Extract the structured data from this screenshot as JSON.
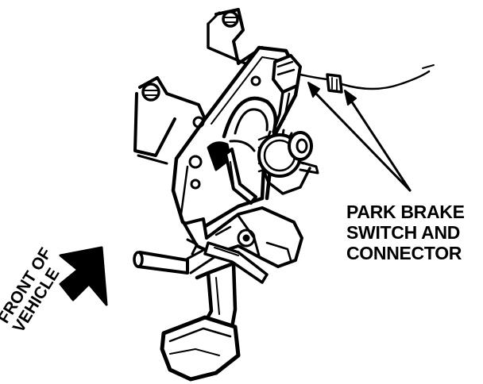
{
  "callout": {
    "line1": "PARK BRAKE",
    "line2": "SWITCH AND",
    "line3": "CONNECTOR"
  },
  "direction": {
    "line1": "FRONT OF",
    "line2": "VEHICLE",
    "arrow_icon": "bold-arrow-icon"
  },
  "colors": {
    "ink": "#000000",
    "paper": "#ffffff"
  }
}
